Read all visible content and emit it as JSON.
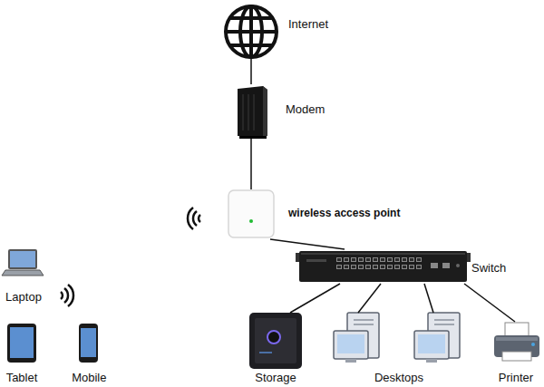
{
  "diagram": {
    "nodes": [
      {
        "text": [
          "Internet"
        ]
      },
      {
        "text": [
          "Modem"
        ]
      },
      {
        "text": [
          "wireless access point"
        ]
      },
      {
        "text": [
          "Laptop"
        ]
      },
      {
        "text": [
          "Switch"
        ]
      },
      {
        "text": [
          "Storage"
        ]
      },
      {
        "text": [
          "Desktops"
        ]
      },
      {
        "text": [
          "Printer"
        ]
      },
      {
        "text": [
          "Tablet"
        ]
      },
      {
        "text": [
          "Mobile"
        ]
      }
    ],
    "edges": [
      {
        "from": 0,
        "to": 1,
        "arrow": "none"
      },
      {
        "from": 1,
        "to": 2,
        "arrow": "none"
      },
      {
        "from": 2,
        "to": 4,
        "arrow": "none"
      },
      {
        "from": 4,
        "to": 5,
        "arrow": "none"
      },
      {
        "from": 4,
        "to": 6,
        "arrow": "none"
      },
      {
        "from": 4,
        "to": 6,
        "arrow": "none"
      },
      {
        "from": 4,
        "to": 7,
        "arrow": "none"
      }
    ]
  }
}
